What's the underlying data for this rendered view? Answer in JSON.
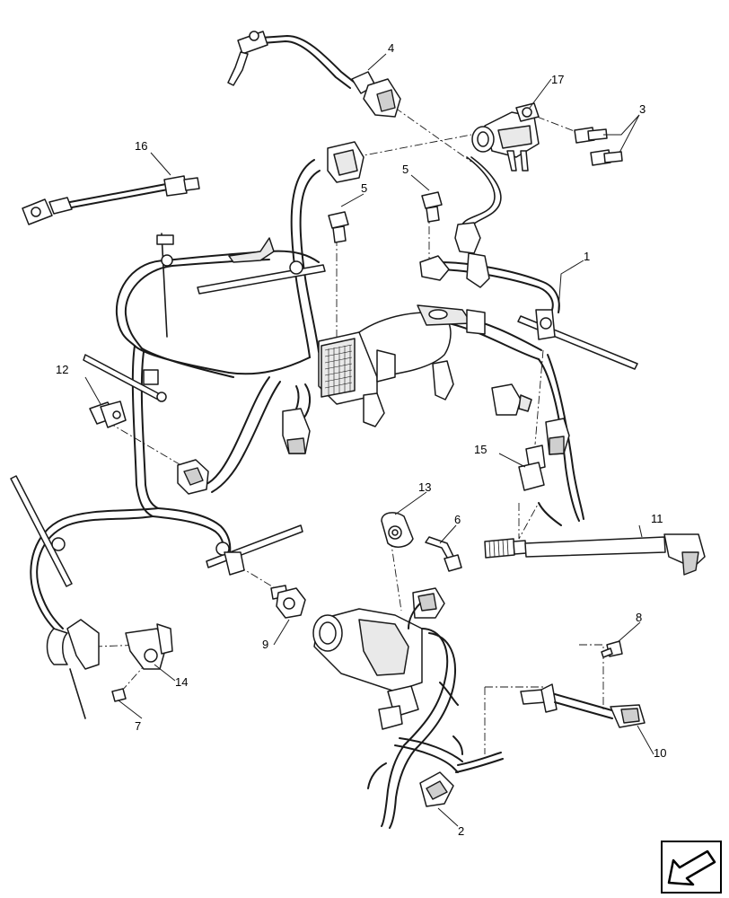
{
  "callouts": {
    "c1": "1",
    "c2": "2",
    "c3": "3",
    "c4": "4",
    "c5a": "5",
    "c5b": "5",
    "c6": "6",
    "c7": "7",
    "c8": "8",
    "c9": "9",
    "c10": "10",
    "c11": "11",
    "c12": "12",
    "c13": "13",
    "c14": "14",
    "c15": "15",
    "c16": "16",
    "c17": "17"
  },
  "navigation": {
    "icon": "back-arrow-icon"
  }
}
